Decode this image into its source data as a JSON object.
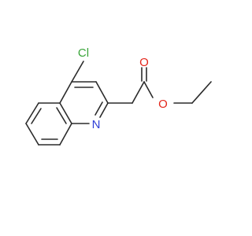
{
  "molecule": {
    "atoms": {
      "chlorine": {
        "symbol": "Cl",
        "color": "#3aa53a"
      },
      "nitrogen": {
        "symbol": "N",
        "color": "#2f3fd6"
      },
      "carbonyl_oxygen": {
        "symbol": "O",
        "color": "#e3261b"
      },
      "ester_oxygen": {
        "symbol": "O",
        "color": "#e3261b"
      }
    },
    "bond_color": "#2b2b2b"
  }
}
